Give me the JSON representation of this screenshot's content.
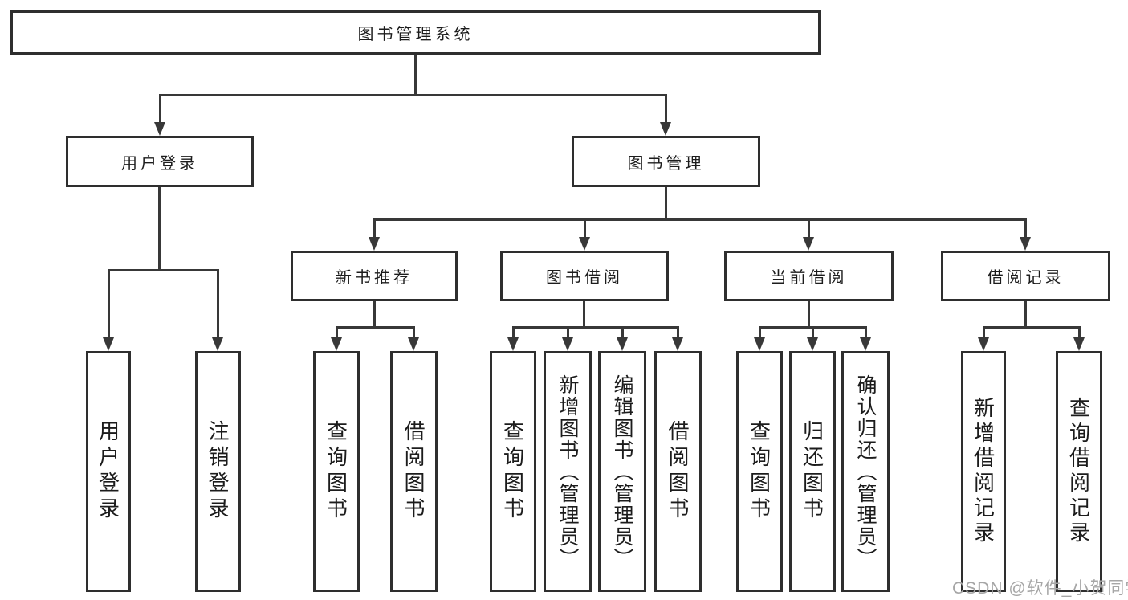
{
  "root": {
    "label": "图书管理系统"
  },
  "level2": [
    {
      "label": "用户登录"
    },
    {
      "label": "图书管理"
    }
  ],
  "level3": [
    {
      "label": "新书推荐"
    },
    {
      "label": "图书借阅"
    },
    {
      "label": "当前借阅"
    },
    {
      "label": "借阅记录"
    }
  ],
  "leaves": {
    "user": [
      "用户登录",
      "注销登录"
    ],
    "recommend": [
      "查询图书",
      "借阅图书"
    ],
    "borrow": [
      "查询图书",
      "新增图书（管理员）",
      "编辑图书（管理员）",
      "借阅图书"
    ],
    "current": [
      "查询图书",
      "归还图书",
      "确认归还（管理员）"
    ],
    "records": [
      "新增借阅记录",
      "查询借阅记录"
    ]
  },
  "watermark": "CSDN @软件_小贺同学",
  "colors": {
    "line": "#383838",
    "border": "#2e2e2e",
    "text": "#1c1c1c",
    "watermark": "#a6a6a6",
    "background": "#ffffff"
  }
}
